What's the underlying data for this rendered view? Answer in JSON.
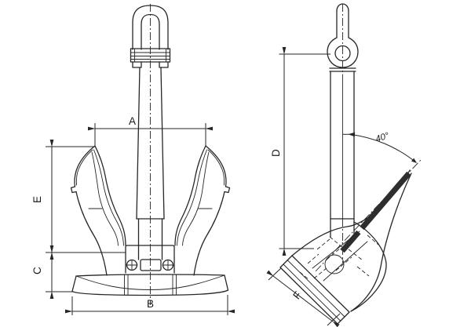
{
  "drawing": {
    "background": "#ffffff",
    "line_color": "#262626",
    "description_icon": "anchor-two-view-dimension-drawing",
    "views": {
      "front": {
        "label_a": "A",
        "label_b": "B",
        "label_c": "C",
        "label_e": "E"
      },
      "side": {
        "label_d": "D",
        "label_f": "F",
        "angle_label": "40°"
      }
    }
  }
}
